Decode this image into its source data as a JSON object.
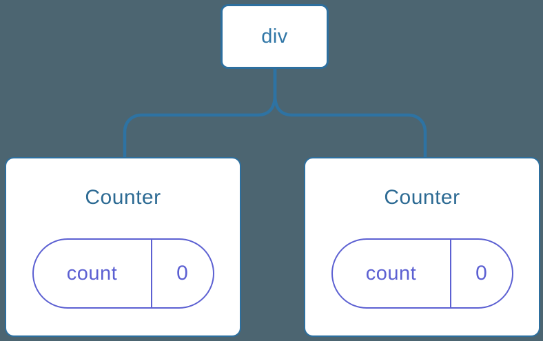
{
  "colors": {
    "background": "#4c6571",
    "line": "#2e73a3",
    "node_border": "#2d6f9e",
    "node_text": "#3177a7",
    "component_title": "#2c6a93",
    "state_purple": "#5c60d2",
    "card_background": "#ffffff"
  },
  "tree": {
    "root": {
      "label": "div"
    },
    "children": [
      {
        "title": "Counter",
        "state": {
          "key": "count",
          "value": "0"
        }
      },
      {
        "title": "Counter",
        "state": {
          "key": "count",
          "value": "0"
        }
      }
    ]
  }
}
